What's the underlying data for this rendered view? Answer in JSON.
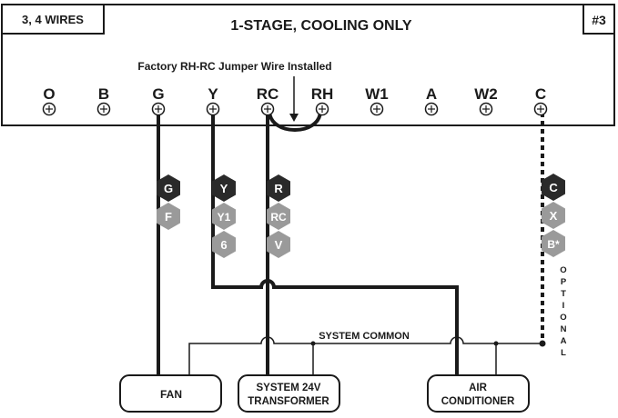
{
  "header": {
    "wires_label": "3, 4 WIRES",
    "title": "1-STAGE, COOLING ONLY",
    "diagram_number": "#3"
  },
  "jumper_note": "Factory RH-RC Jumper Wire Installed",
  "terminals": [
    "O",
    "B",
    "G",
    "Y",
    "RC",
    "RH",
    "W1",
    "A",
    "W2",
    "C"
  ],
  "wire_tags": {
    "g": [
      "G",
      "F"
    ],
    "y": [
      "Y",
      "Y1",
      "6"
    ],
    "r": [
      "R",
      "RC",
      "V"
    ],
    "c": [
      "C",
      "X",
      "B*"
    ]
  },
  "system_common_label": "SYSTEM COMMON",
  "optional_label": "OPTIONAL",
  "devices": {
    "fan": "FAN",
    "transformer_line1": "SYSTEM 24V",
    "transformer_line2": "TRANSFORMER",
    "ac_line1": "AIR",
    "ac_line2": "CONDITIONER"
  },
  "colors": {
    "line": "#1a1a1a",
    "tag_primary": "#2a2a2a",
    "tag_secondary": "#9a9a9a"
  }
}
